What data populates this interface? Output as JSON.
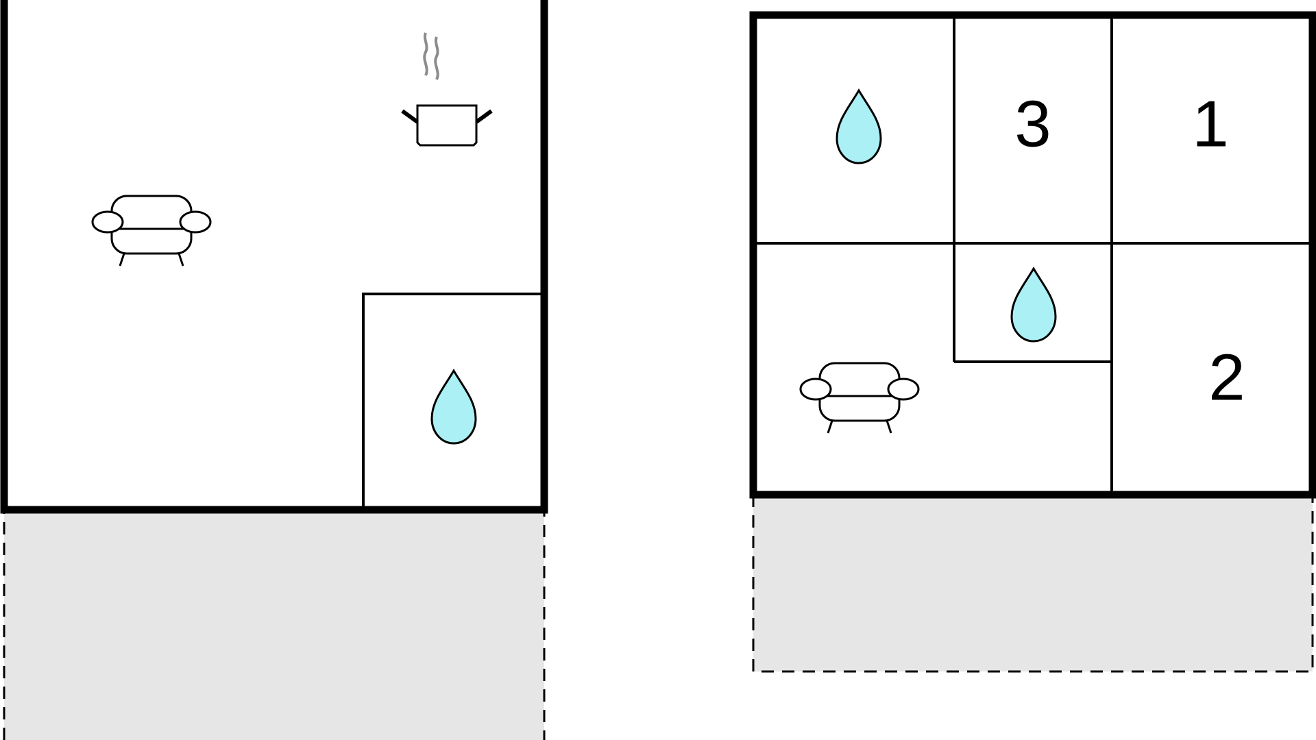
{
  "colors": {
    "wall": "#000000",
    "background": "#ffffff",
    "terrace_fill": "#e6e6e6",
    "water_icon": "#aaf0f5",
    "steam": "#8c8c8c"
  },
  "floors": [
    {
      "id": "ground-floor",
      "rooms": [
        {
          "id": "living-kitchen",
          "icons": [
            "sofa-icon",
            "cooking-pot-icon"
          ]
        },
        {
          "id": "bathroom",
          "icons": [
            "water-drop-icon"
          ]
        }
      ],
      "terrace": true
    },
    {
      "id": "upper-floor",
      "rooms": [
        {
          "id": "bathroom",
          "icons": [
            "water-drop-icon"
          ]
        },
        {
          "id": "bedroom-3",
          "label": "3"
        },
        {
          "id": "bedroom-1",
          "label": "1"
        },
        {
          "id": "small-bathroom",
          "icons": [
            "water-drop-icon"
          ]
        },
        {
          "id": "living-room",
          "icons": [
            "sofa-icon"
          ]
        },
        {
          "id": "bedroom-2",
          "label": "2"
        }
      ],
      "terrace": true
    }
  ]
}
